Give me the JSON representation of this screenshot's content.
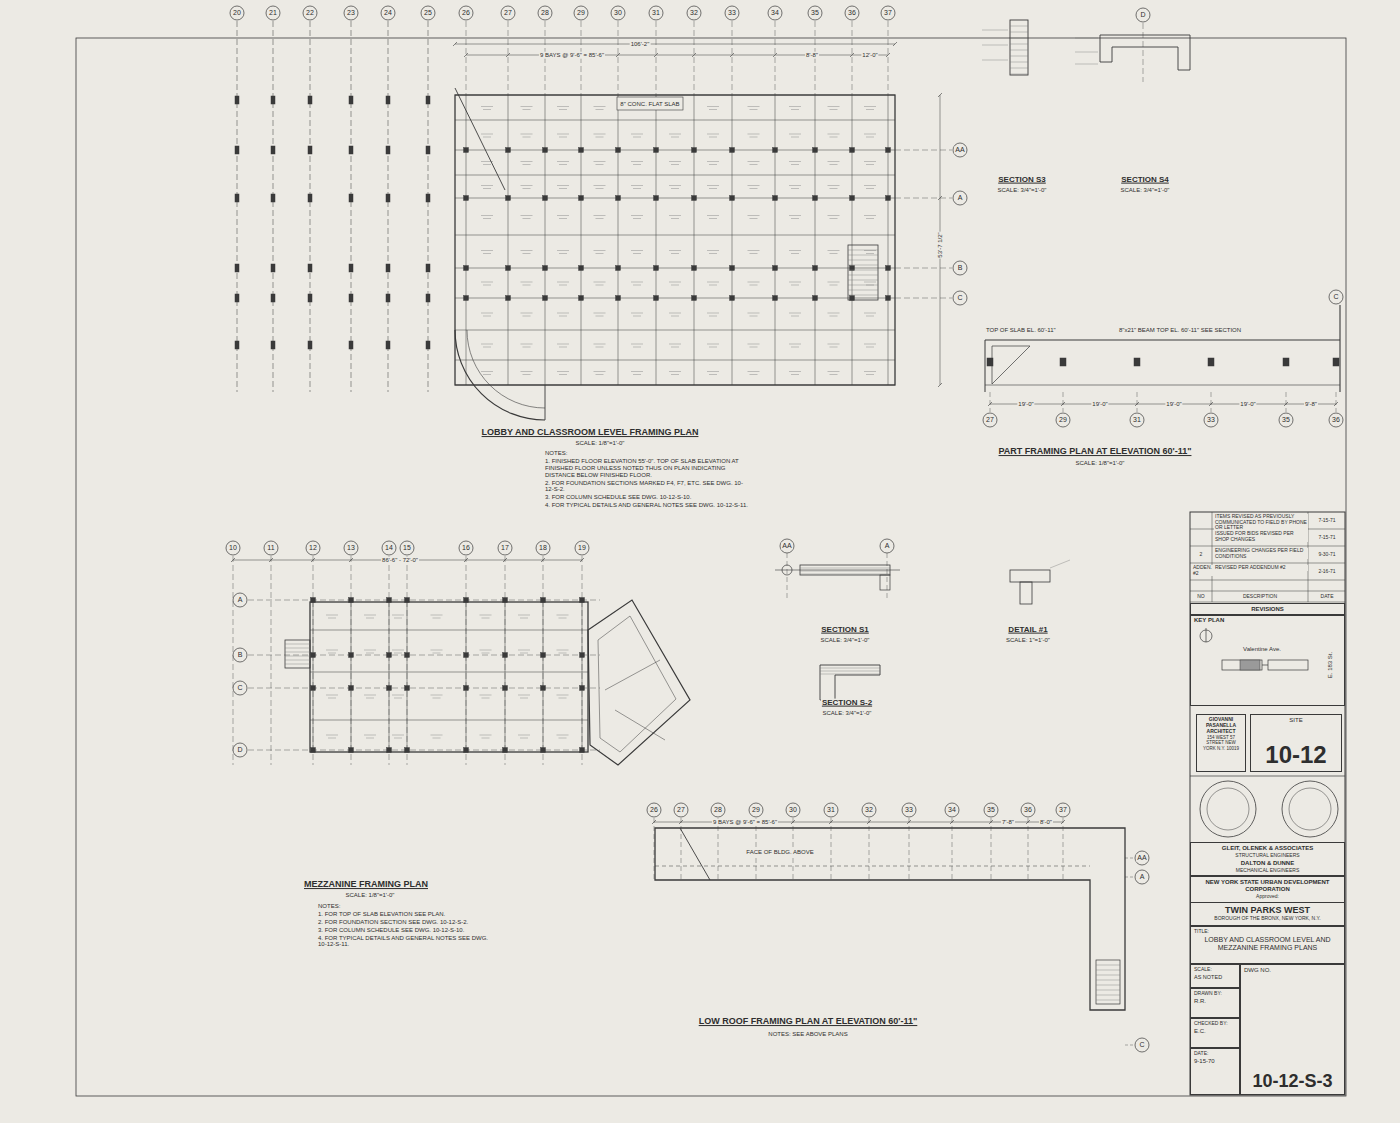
{
  "diagram": {
    "nodes": [
      {
        "text": [
          "REVISIONS"
        ]
      },
      {
        "text": [
          "KEY PLAN"
        ]
      },
      {
        "text": [
          "GIOVANNI PASANELLA ARCHITECT",
          "154 WEST 57 STREET NEW YORK N.Y. 10019"
        ]
      },
      {
        "text": [
          "SITE",
          "10-12"
        ]
      },
      {
        "text": [
          "GLEIT, OLENEK & ASSOCIATES",
          "STRUCTURAL ENGINEERS",
          "DALTON & DUNNE",
          "MECHANICAL ENGINEERS"
        ]
      },
      {
        "text": [
          "NEW YORK STATE URBAN DEVELOPMENT CORPORATION",
          "Approved:"
        ]
      },
      {
        "text": [
          "TWIN PARKS WEST",
          "BOROUGH OF THE BRONX, NEW YORK, N.Y."
        ]
      },
      {
        "text": [
          "TITLE:",
          "LOBBY AND CLASSROOM LEVEL AND MEZZANINE FRAMING PLANS"
        ]
      },
      {
        "text": [
          "SCALE:",
          "AS NOTED"
        ]
      },
      {
        "text": [
          "DWG NO.",
          "10-12-S-3"
        ]
      },
      {
        "text": [
          "DRAWN BY:",
          "R.R."
        ]
      },
      {
        "text": [
          "CHECKED BY:",
          "E.C."
        ]
      },
      {
        "text": [
          "DATE:",
          "9-15-70"
        ]
      }
    ],
    "labels": [
      "20",
      "21",
      "22",
      "23",
      "24",
      "25",
      "26",
      "27",
      "28",
      "29",
      "30",
      "31",
      "32",
      "33",
      "34",
      "35",
      "36",
      "37",
      "AA",
      "A",
      "B",
      "C",
      "D",
      "C",
      "27",
      "29",
      "31",
      "33",
      "35",
      "36",
      "10",
      "11",
      "12",
      "13",
      "14",
      "15",
      "16",
      "17",
      "18",
      "19",
      "A",
      "B",
      "C",
      "D",
      "26",
      "27",
      "28",
      "29",
      "30",
      "31",
      "32",
      "33",
      "34",
      "35",
      "36",
      "37",
      "AA",
      "A",
      "C",
      "AA",
      "A",
      "LOBBY AND CLASSROOM LEVEL FRAMING PLAN",
      "SCALE: 1/8\"=1'-0\"",
      "NOTES:",
      "1. FINISHED FLOOR ELEVATION 55'-0\". TOP OF SLAB ELEVATION AT FINISHED FLOOR UNLESS NOTED THUS ON PLAN INDICATING DISTANCE BELOW FINISHED FLOOR.",
      "2. FOR FOUNDATION SECTIONS MARKED F4, F7, ETC. SEE DWG. 10-12-S-2.",
      "3. FOR COLUMN SCHEDULE SEE DWG. 10-12-S-10.",
      "4. FOR TYPICAL DETAILS AND GENERAL NOTES SEE DWG. 10-12-S-11.",
      "SECTION S3",
      "SCALE: 3/4\"=1'-0\"",
      "SECTION S4",
      "SCALE: 3/4\"=1'-0\"",
      "PART FRAMING PLAN AT ELEVATION 60'-11\"",
      "SCALE: 1/8\"=1'-0\"",
      "SECTION S1",
      "SCALE: 3/4\"=1'-0\"",
      "DETAIL #1",
      "SCALE: 1\"=1'-0\"",
      "SECTION S-2",
      "SCALE: 3/4\"=1'-0\"",
      "MEZZANINE FRAMING PLAN",
      "SCALE: 1/8\"=1'-0\"",
      "NOTES:",
      "1. FOR TOP OF SLAB ELEVATION SEE PLAN.",
      "2. FOR FOUNDATION SECTION SEE DWG. 10-12-S-2.",
      "3. FOR COLUMN SCHEDULE SEE DWG. 10-12-S-10.",
      "4. FOR TYPICAL DETAILS AND GENERAL NOTES SEE DWG. 10-12-S-11.",
      "LOW ROOF FRAMING PLAN AT ELEVATION 60'-11\"",
      "NOTES: SEE ABOVE PLANS",
      "106'-2\"",
      "9 BAYS @ 9'-6\" = 85'-6\"",
      "8'-8\"",
      "12'-0\"",
      "53'-7 1/2\"",
      "86'-6\" - 72'-0\"",
      "9 BAYS @ 9'-6\" = 85'-6\"",
      "7'-8\"",
      "8'-0\"",
      "19'-0\"",
      "19'-0\"",
      "19'-0\"",
      "19'-0\"",
      "9'-8\"",
      "TOP OF SLAB EL. 60'-11\"",
      "8\"x21\" BEAM TOP EL. 60'-11\" SEE SECTION",
      "8\" CONC. FLAT SLAB",
      "FACE OF BLDG. ABOVE",
      "Valentine Ave.",
      "E. 183 St.",
      "ITEMS REVISED AS PREVIOUSLY COMMUNICATED TO FIELD BY PHONE OR LETTER",
      "7-15-71",
      "ISSUED FOR BIDS REVISED PER SHOP CHANGES",
      "7-15-71",
      "2",
      "ENGINEERING CHANGES PER FIELD CONDITIONS",
      "9-30-71",
      "ADDEN. #2",
      "REVISED PER ADDENDUM #2",
      "2-16-71",
      "NO",
      "DESCRIPTION",
      "DATE"
    ]
  }
}
